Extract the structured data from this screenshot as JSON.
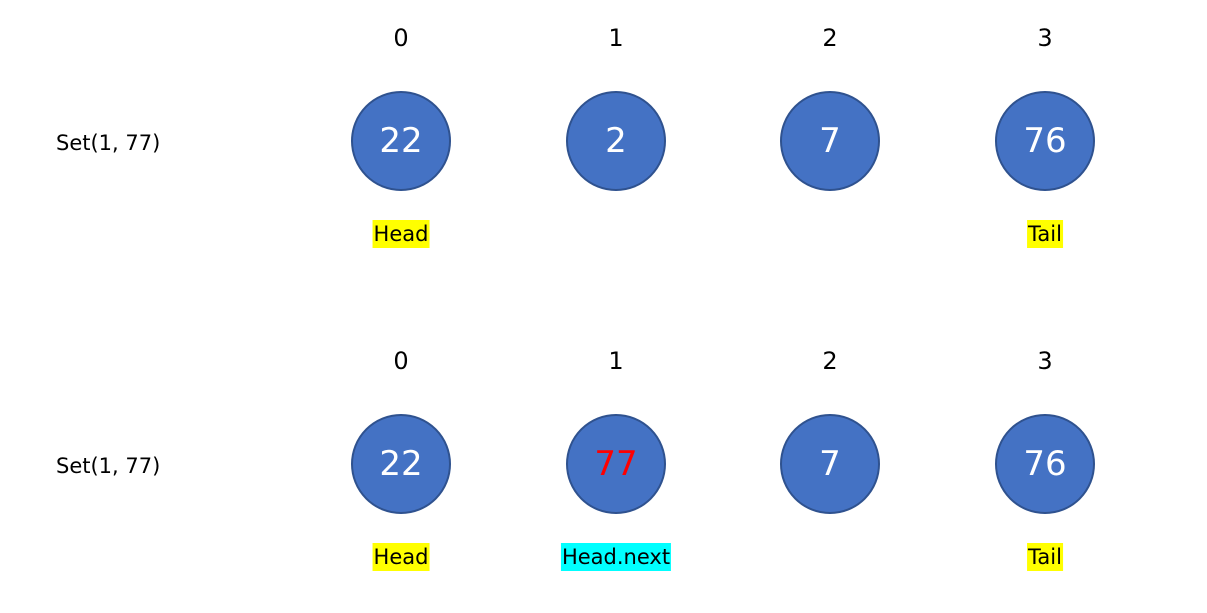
{
  "colors": {
    "node_fill": "#4472c4",
    "node_border": "#2f528f",
    "changed_value": "#ff0000",
    "head_highlight": "#ffff00",
    "head_next_highlight": "#00ffff"
  },
  "rows": [
    {
      "operation": "Set(1, 77)",
      "indices": [
        "0",
        "1",
        "2",
        "3"
      ],
      "nodes": [
        "22",
        "2",
        "7",
        "76"
      ],
      "pointers": {
        "head": "Head",
        "tail": "Tail"
      }
    },
    {
      "operation": "Set(1, 77)",
      "indices": [
        "0",
        "1",
        "2",
        "3"
      ],
      "nodes": [
        "22",
        "77",
        "7",
        "76"
      ],
      "changed_node_index": 1,
      "pointers": {
        "head": "Head",
        "head_next": "Head.next",
        "tail": "Tail"
      }
    }
  ]
}
